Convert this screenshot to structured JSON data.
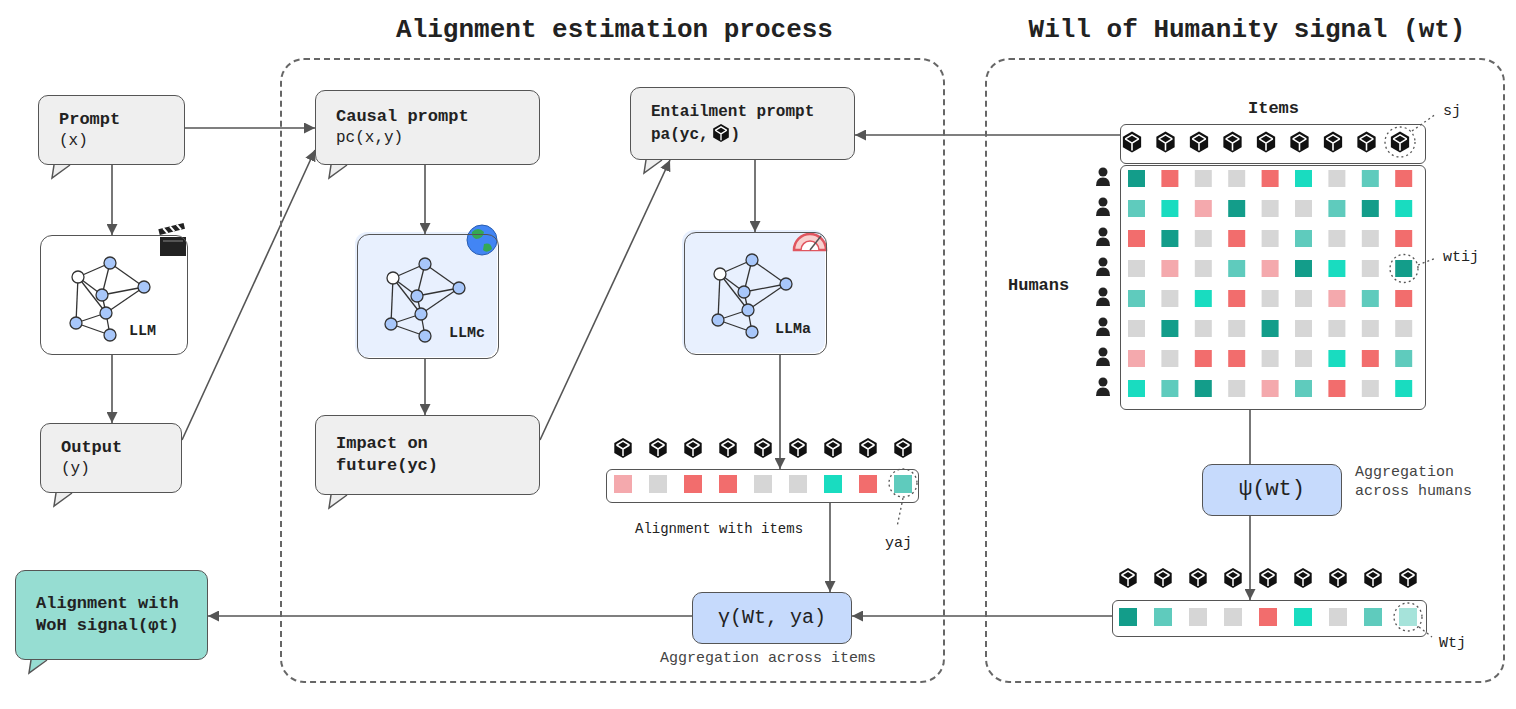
{
  "diagram": {
    "nodes": [
      {
        "text": [
          "Prompt",
          "(x)"
        ]
      },
      {
        "text": [
          "LLM"
        ]
      },
      {
        "text": [
          "Output",
          "(y)"
        ]
      },
      {
        "text": [
          "Alignment estimation process"
        ]
      },
      {
        "text": [
          "Causal prompt",
          "pc(x,y)"
        ],
        "in": 3
      },
      {
        "text": [
          "LLMc"
        ],
        "in": 3
      },
      {
        "text": [
          "Impact on future(yc)"
        ],
        "in": 3
      },
      {
        "text": [
          "Entailment prompt pa(yc,",
          ")"
        ],
        "in": 3
      },
      {
        "text": [
          "LLMa"
        ],
        "in": 3
      },
      {
        "text": [
          "Alignment with items",
          "yaj"
        ],
        "in": 3
      },
      {
        "text": [
          "γ(Wt, ya)"
        ],
        "in": 3
      },
      {
        "text": [
          "Alignment with WoH signal(φt)"
        ]
      },
      {
        "text": [
          "Will of Humanity signal (wt)"
        ]
      },
      {
        "text": [
          "Items",
          "sj"
        ],
        "in": 12
      },
      {
        "text": [
          "Humans",
          "wtij"
        ],
        "in": 12
      },
      {
        "text": [
          "ψ(wt)"
        ],
        "in": 12
      },
      {
        "text": [
          "Wtj"
        ],
        "in": 12
      }
    ],
    "edges": [
      {
        "from": 0,
        "to": 1,
        "arrow": "to"
      },
      {
        "from": 1,
        "to": 2,
        "arrow": "to"
      },
      {
        "from": 0,
        "to": 4,
        "arrow": "to"
      },
      {
        "from": 2,
        "to": 4,
        "arrow": "to"
      },
      {
        "from": 4,
        "to": 5,
        "arrow": "to"
      },
      {
        "from": 5,
        "to": 6,
        "arrow": "to"
      },
      {
        "from": 6,
        "to": 7,
        "arrow": "to"
      },
      {
        "from": 13,
        "to": 7,
        "arrow": "to"
      },
      {
        "from": 7,
        "to": 8,
        "arrow": "to"
      },
      {
        "from": 8,
        "to": 9,
        "arrow": "to"
      },
      {
        "from": 9,
        "to": 10,
        "arrow": "to"
      },
      {
        "from": 14,
        "to": 15,
        "arrow": "none"
      },
      {
        "from": 15,
        "to": 16,
        "arrow": "to"
      },
      {
        "from": 16,
        "to": 10,
        "arrow": "to"
      },
      {
        "from": 10,
        "to": 11,
        "arrow": "to"
      }
    ],
    "labels": [
      "Aggregation across humans",
      "Aggregation across items"
    ]
  }
}
